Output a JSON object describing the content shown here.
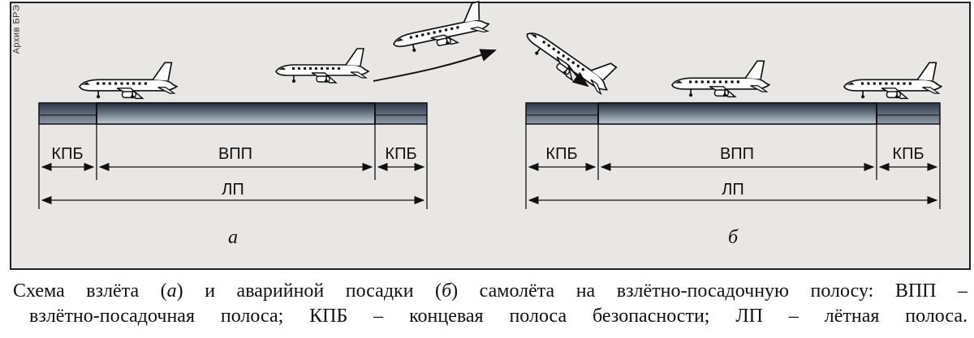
{
  "archive_label": "Архив БРЭ",
  "panels": [
    {
      "letter": "а",
      "labels": {
        "left_zone": "КПБ",
        "middle_zone": "ВПП",
        "right_zone": "КПБ",
        "total": "ЛП"
      }
    },
    {
      "letter": "б",
      "labels": {
        "left_zone": "КПБ",
        "middle_zone": "ВПП",
        "right_zone": "КПБ",
        "total": "ЛП"
      }
    }
  ],
  "caption": {
    "part1": "Схема взлёта (",
    "a": "а",
    "part2": ") и аварийной посадки (",
    "b": "б",
    "part3": ") самолёта на взлётно-посадочную полосу: ВПП –",
    "line2": "взлётно-посадочная полоса; КПБ – концевая полоса безопасности; ЛП – лётная полоса."
  },
  "colors": {
    "runway_dark": "#2b3848",
    "runway_light": "#b9c2cc",
    "background": "#e9e7e4"
  }
}
